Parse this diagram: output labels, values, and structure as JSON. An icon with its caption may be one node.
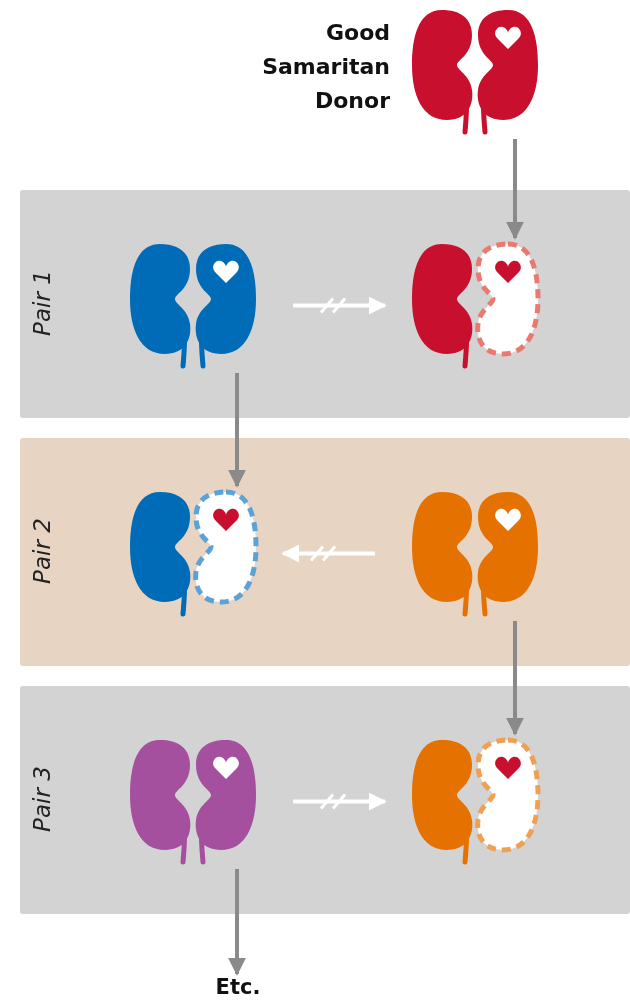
{
  "diagram": {
    "nodes": [
      {
        "text": [],
        "shape": "picture",
        "beside": [
          "Good Samaritan Donor"
        ]
      },
      {
        "text": [
          "Pair 1"
        ]
      },
      {
        "text": [],
        "shape": "picture",
        "in": 1
      },
      {
        "text": [],
        "shape": "picture",
        "in": 1
      },
      {
        "text": [
          "Pair 2"
        ]
      },
      {
        "text": [],
        "shape": "picture",
        "in": 4
      },
      {
        "text": [],
        "shape": "picture",
        "in": 4
      },
      {
        "text": [
          "Pair 3"
        ]
      },
      {
        "text": [],
        "shape": "picture",
        "in": 7
      },
      {
        "text": [],
        "shape": "picture",
        "in": 7
      },
      {
        "text": [
          "Etc."
        ]
      }
    ],
    "edges": [
      {
        "from": 0,
        "to": 3,
        "arrow": "to"
      },
      {
        "from": 2,
        "to": 3,
        "arrow": "to",
        "color": "#ffffff"
      },
      {
        "from": 2,
        "to": 5,
        "arrow": "to"
      },
      {
        "from": 6,
        "to": 5,
        "arrow": "to",
        "color": "#ffffff"
      },
      {
        "from": 6,
        "to": 9,
        "arrow": "to"
      },
      {
        "from": 8,
        "to": 9,
        "arrow": "to",
        "color": "#ffffff"
      },
      {
        "from": 8,
        "to": 10,
        "arrow": "to"
      }
    ]
  }
}
